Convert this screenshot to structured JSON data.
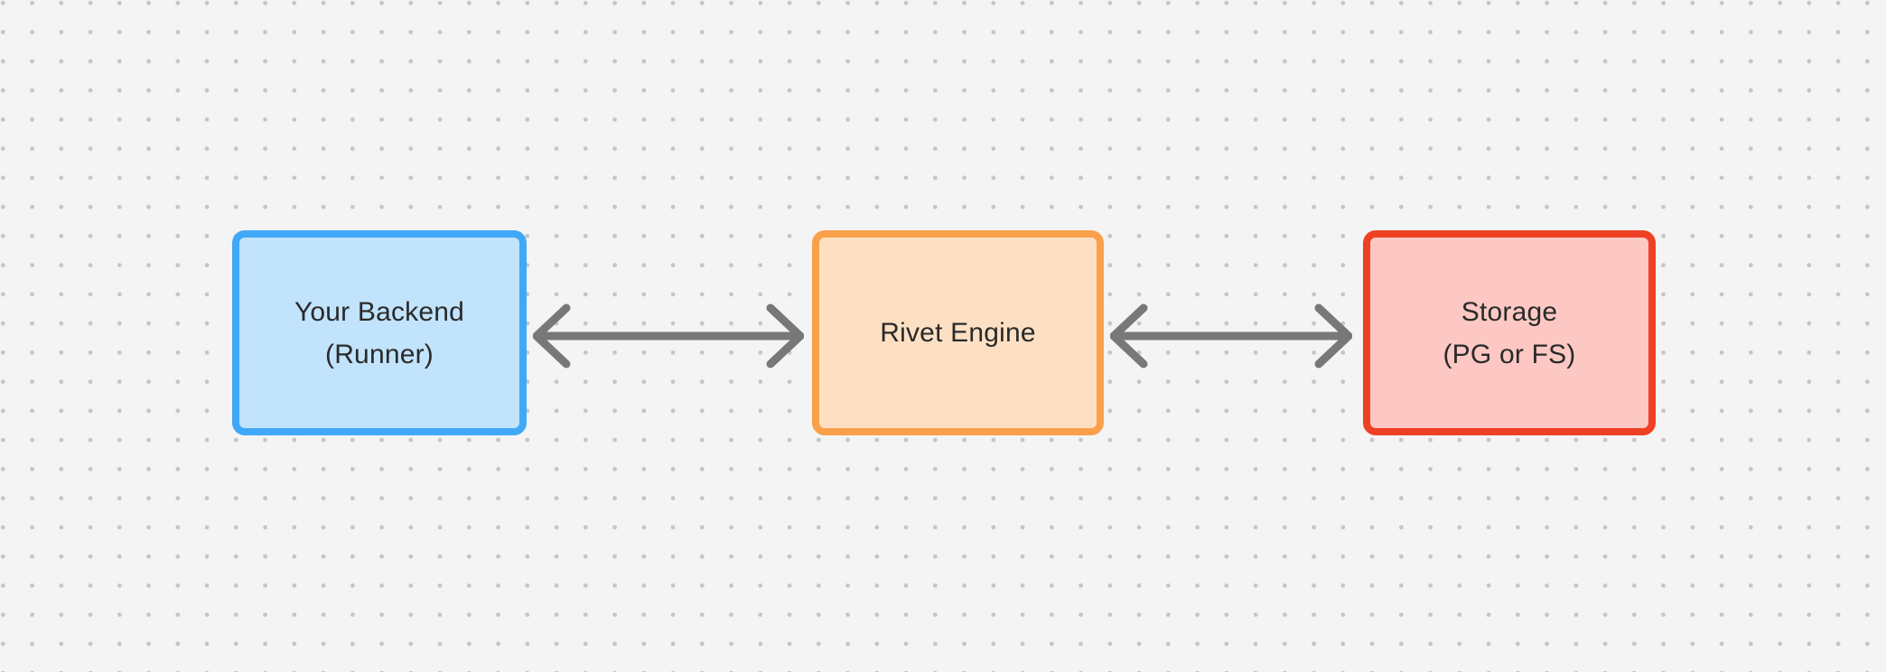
{
  "diagram": {
    "canvas": {
      "background": "#f4f4f4",
      "dot_color": "#c5c5c5",
      "text_color": "#2a2a2a"
    },
    "nodes": [
      {
        "id": "your-backend",
        "line1": "Your Backend",
        "line2": "(Runner)",
        "border_color": "#41a8f8",
        "fill_color": "#c1e3fc"
      },
      {
        "id": "rivet-engine",
        "line1": "Rivet Engine",
        "line2": "",
        "border_color": "#f9a04b",
        "fill_color": "#fde0c3"
      },
      {
        "id": "storage",
        "line1": "Storage",
        "line2": "(PG or FS)",
        "border_color": "#ee4023",
        "fill_color": "#fdc8c3"
      }
    ],
    "connectors": [
      {
        "id": "backend-engine",
        "type": "bidirectional-arrow",
        "from": "Your Backend (Runner)",
        "to": "Rivet Engine",
        "color": "#787878"
      },
      {
        "id": "engine-storage",
        "type": "bidirectional-arrow",
        "from": "Rivet Engine",
        "to": "Storage (PG or FS)",
        "color": "#787878"
      }
    ]
  }
}
